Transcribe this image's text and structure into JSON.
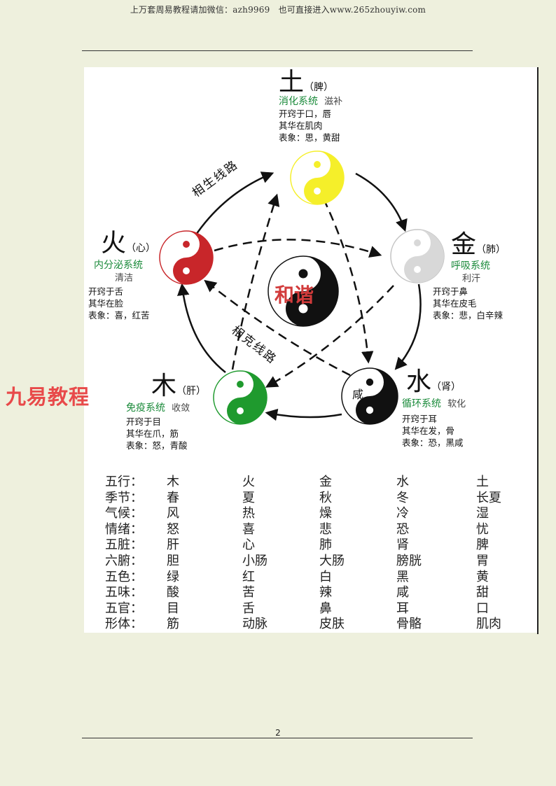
{
  "header": {
    "text": "上万套周易教程请加微信：azh9969　也可直接进入www.265zhouyiw.com"
  },
  "figure": {
    "center": "和谐",
    "paths": {
      "generating": "相生线路",
      "controlling": "相克线路"
    },
    "elements": {
      "earth": {
        "name": "土",
        "organ": "（脾）",
        "system": "消化系统",
        "note": "滋补",
        "attrs": [
          "开窍于口，唇",
          "其华在肌肉",
          "表象：思，黄甜"
        ],
        "color": "#f5ef2a",
        "taste": "甜"
      },
      "metal": {
        "name": "金",
        "organ": "（肺）",
        "system": "呼吸系统",
        "note": "利汗",
        "attrs": [
          "开窍于鼻",
          "其华在皮毛",
          "表象：悲，白辛辣"
        ],
        "color": "#d8d8d8",
        "taste": "辛"
      },
      "water": {
        "name": "水",
        "organ": "（肾）",
        "system": "循环系统",
        "note": "软化",
        "attrs": [
          "开窍于耳",
          "其华在发，骨",
          "表象：恐，黑咸"
        ],
        "color": "#111111",
        "taste": "咸"
      },
      "wood": {
        "name": "木",
        "organ": "（肝）",
        "system": "免疫系统",
        "note": "收敛",
        "attrs": [
          "开窍于目",
          "其华在爪，筋",
          "表象：怒，青酸"
        ],
        "color": "#1f9a2e",
        "taste": "酸"
      },
      "fire": {
        "name": "火",
        "organ": "（心）",
        "system": "内分泌系统",
        "note": "清洁",
        "attrs": [
          "开窍于舌",
          "其华在脸",
          "表象：喜，红苦"
        ],
        "color": "#c8262a",
        "taste": "苦"
      }
    },
    "table": [
      {
        "label": "五行：",
        "cells": [
          "木",
          "火",
          "金",
          "水",
          "土"
        ]
      },
      {
        "label": "季节：",
        "cells": [
          "春",
          "夏",
          "秋",
          "冬",
          "长夏"
        ]
      },
      {
        "label": "气候：",
        "cells": [
          "风",
          "热",
          "燥",
          "冷",
          "湿"
        ]
      },
      {
        "label": "情绪：",
        "cells": [
          "怒",
          "喜",
          "悲",
          "恐",
          "忧"
        ]
      },
      {
        "label": "五脏：",
        "cells": [
          "肝",
          "心",
          "肺",
          "肾",
          "脾"
        ]
      },
      {
        "label": "六腑：",
        "cells": [
          "胆",
          "小肠",
          "大肠",
          "膀胱",
          "胃"
        ]
      },
      {
        "label": "五色：",
        "cells": [
          "绿",
          "红",
          "白",
          "黑",
          "黄"
        ]
      },
      {
        "label": "五味：",
        "cells": [
          "酸",
          "苦",
          "辣",
          "咸",
          "甜"
        ]
      },
      {
        "label": "五官：",
        "cells": [
          "目",
          "舌",
          "鼻",
          "耳",
          "口"
        ]
      },
      {
        "label": "形体：",
        "cells": [
          "筋",
          "动脉",
          "皮肤",
          "骨骼",
          "肌肉"
        ]
      }
    ]
  },
  "watermark": "九易教程",
  "page_number": "2"
}
